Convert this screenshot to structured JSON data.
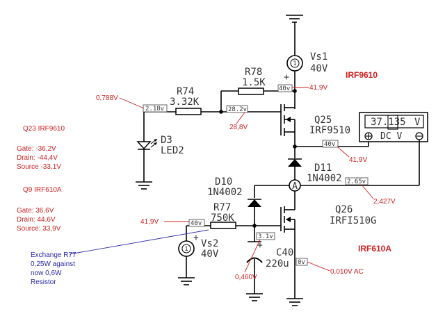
{
  "components": {
    "vs1": {
      "name": "Vs1",
      "value": "40V",
      "label": "1"
    },
    "vs2": {
      "name": "Vs2",
      "value": "40V",
      "label": "1"
    },
    "r78": {
      "name": "R78",
      "value": "1.5K"
    },
    "r74": {
      "name": "R74",
      "value": "3.32K"
    },
    "r77": {
      "name": "R77",
      "value": "750K"
    },
    "d3": {
      "name": "D3",
      "value": "LED2"
    },
    "d10": {
      "name": "D10",
      "value": "1N4002"
    },
    "d11": {
      "name": "D11",
      "value": "1N4002"
    },
    "q25": {
      "name": "Q25",
      "value": "IRF9510"
    },
    "q26": {
      "name": "Q26",
      "value": "IRFI510G"
    },
    "c40": {
      "name": "C40",
      "value": "220u"
    },
    "ammeter": {
      "label": "A"
    }
  },
  "voltmeter": {
    "display": "37.135",
    "unit": "V",
    "mode": "DC V"
  },
  "probes": {
    "p_d3": "2.18v",
    "p_q25_gate": "28.2v",
    "p_r78": "40v",
    "p_q25_drain": "40v",
    "p_d11": "2.65v",
    "p_vs2": "40v",
    "p_c40_top": "3.1v",
    "p_c40_bottom": "0v"
  },
  "annotations": {
    "top_label": "IRF9610",
    "v_0788": "0,788V",
    "v_419_top": "41,9V",
    "v_288": "28,8V",
    "v_419_mid": "41,9V",
    "v_2427": "2,427V",
    "v_419_left": "41,9V",
    "v_0460": "0,460V",
    "v_0010ac": "0,010V AC",
    "bottom_label": "IRF610A",
    "q23_block": [
      "Q23 IRF9610",
      "",
      "Gate: -36,2V",
      "Drain: -44,4V",
      "Source -33,1V"
    ],
    "q9_block": [
      "Q9 IRF610A",
      "",
      "Gate: 36,6V",
      "Drain: 44,6V",
      "Source: 33,9V"
    ],
    "note_block": [
      "Exchange R77",
      "0,25W against",
      "now 0,6W",
      "Resistor"
    ]
  },
  "plus_signs": {
    "vs1": "+",
    "vs2": "+",
    "c40": "+"
  },
  "colors": {
    "annotation_red": "#d21e1e",
    "annotation_blue": "#2a2aa8",
    "wire": "#000000"
  }
}
